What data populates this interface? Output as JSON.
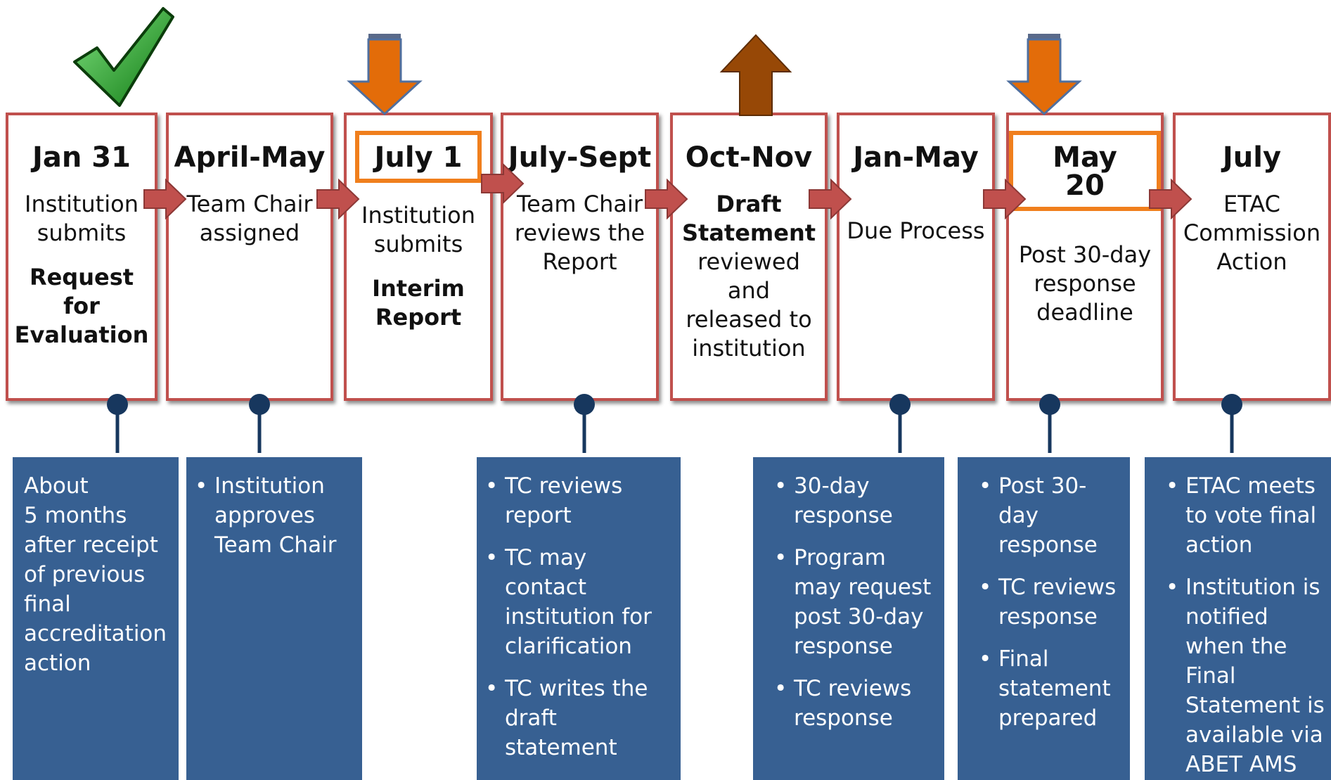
{
  "stages": [
    {
      "date": "Jan 31",
      "lines": [
        "Institution",
        "submits"
      ],
      "bold_lines": [
        "Request for",
        "Evaluation"
      ],
      "callout": {
        "type": "paragraph",
        "text": [
          "About",
          "5 months",
          "after receipt",
          "of previous",
          "final",
          "accreditation",
          "action"
        ]
      }
    },
    {
      "date": "April-May",
      "lines": [
        "Team Chair",
        "assigned"
      ],
      "callout": {
        "type": "bullets",
        "items": [
          [
            "Institution",
            "approves",
            "Team Chair"
          ]
        ]
      }
    },
    {
      "date": "July 1",
      "lines": [
        "Institution",
        "submits"
      ],
      "bold_lines": [
        "Interim",
        "Report"
      ]
    },
    {
      "date": "July-Sept",
      "lines": [
        "Team Chair",
        "reviews the",
        "Report"
      ],
      "callout": {
        "type": "bullets",
        "items": [
          [
            "TC reviews",
            "report"
          ],
          [
            "TC may contact",
            "institution for",
            "clarification"
          ],
          [
            "TC writes the",
            "draft",
            "statement"
          ]
        ]
      }
    },
    {
      "date": "Oct-Nov",
      "bold_lines": [
        "Draft",
        "Statement"
      ],
      "after_lines": [
        "reviewed",
        "and",
        "released to",
        "institution"
      ]
    },
    {
      "date": "Jan-May",
      "lines": [
        "Due Process"
      ],
      "callout": {
        "type": "bullets",
        "items": [
          [
            "30-day",
            "response"
          ],
          [
            "Program",
            "may request",
            "post 30-day",
            "response"
          ],
          [
            "TC reviews",
            "response"
          ]
        ]
      }
    },
    {
      "date": "May 20",
      "lines": [
        "Post 30-day",
        "response",
        "deadline"
      ],
      "callout": {
        "type": "bullets",
        "items": [
          [
            "Post 30-",
            "day",
            "response"
          ],
          [
            "TC reviews",
            "response"
          ],
          [
            "Final",
            "statement",
            "prepared"
          ]
        ]
      }
    },
    {
      "date": "July",
      "lines": [
        "ETAC",
        "Commission",
        "Action"
      ],
      "callout": {
        "type": "bullets",
        "items": [
          [
            "ETAC meets",
            "to vote final",
            "action"
          ],
          [
            "Institution is",
            "notified",
            "when the",
            "Final",
            "Statement is",
            "available via",
            "ABET AMS"
          ]
        ]
      }
    }
  ],
  "colors": {
    "stage_border": "#c0504d",
    "flow_arrow": "#c0504d",
    "callout_fill": "#376092",
    "connector": "#17375e",
    "highlight_border": "#f07f1d",
    "down_marker": "#e36c09",
    "up_marker": "#974806",
    "check": "#2ca02c"
  },
  "icons": {
    "done": "check-mark-icon",
    "submission": "down-arrow-icon",
    "release": "up-arrow-icon",
    "flow": "right-arrow-icon",
    "connector": "pin-connector-icon"
  }
}
